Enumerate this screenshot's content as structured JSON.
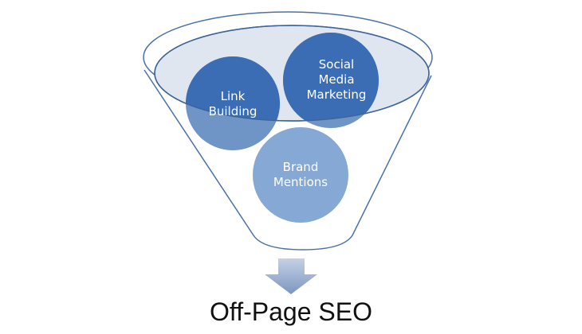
{
  "diagram": {
    "title": "Off-Page SEO",
    "circles": [
      {
        "label_line1": "Link",
        "label_line2": "Building"
      },
      {
        "label_line1": "Social",
        "label_line2": "Media",
        "label_line3": "Marketing"
      },
      {
        "label_line1": "Brand",
        "label_line2": "Mentions"
      }
    ],
    "colors": {
      "dark_blue": "#3a6db3",
      "mid_blue": "#6f95c7",
      "light_blue": "#86a8d4",
      "funnel_stroke": "#4a72a8",
      "rim_fill": "#dfe6f0"
    }
  }
}
